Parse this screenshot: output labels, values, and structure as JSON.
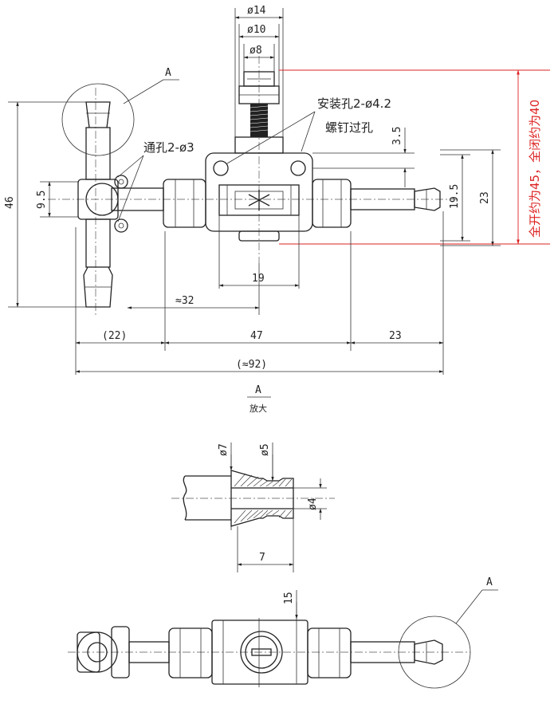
{
  "colors": {
    "line": "#222222",
    "annotation": "#d22222",
    "background": "#ffffff"
  },
  "dims": {
    "d14": "ø14",
    "d10": "ø10",
    "d8": "ø8",
    "d46": "46",
    "d9_5": "9.5",
    "d3_5": "3.5",
    "d19_5": "19.5",
    "d23v": "23",
    "d19": "19",
    "d32": "≈32",
    "d22": "(22)",
    "d47": "47",
    "d23h": "23",
    "d92": "(≈92)",
    "d7v": "ø7",
    "d5v": "ø5",
    "d4": "ø4",
    "d7h": "7",
    "d15": "15"
  },
  "labels": {
    "view_a_top": "A",
    "view_a_bottom": "A",
    "view_a_title": "A",
    "view_a_scale": "放大",
    "mount_hole": "安装孔2-ø4.2",
    "screw_hole": "螺钉过孔",
    "through_hole": "通孔2-ø3",
    "open_close_note": "全开约为45，全闭约为40"
  }
}
